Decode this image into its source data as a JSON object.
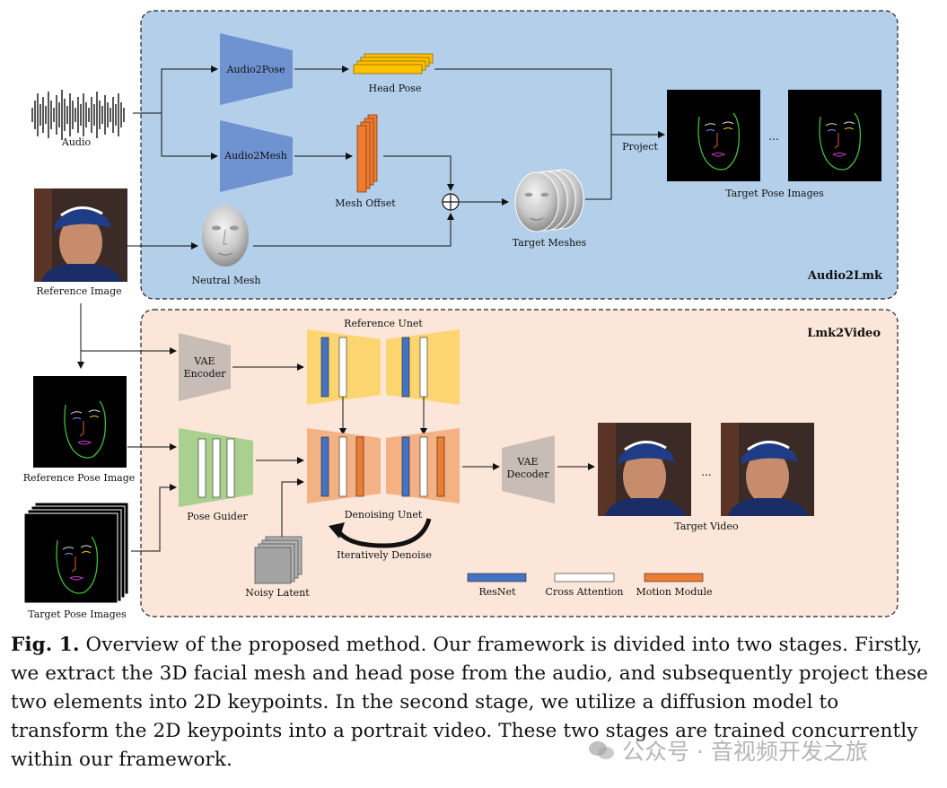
{
  "stage1": {
    "title": "Audio2Lmk",
    "audio": "Audio",
    "reference_image": "Reference Image",
    "audio2pose": "Audio2Pose",
    "audio2mesh": "Audio2Mesh",
    "head_pose": "Head Pose",
    "mesh_offset": "Mesh Offset",
    "neutral_mesh": "Neutral Mesh",
    "target_meshes": "Target Meshes",
    "project": "Project",
    "target_pose_images": "Target Pose Images",
    "ellipsis": "..."
  },
  "stage2": {
    "title": "Lmk2Video",
    "vae_encoder_line1": "VAE",
    "vae_encoder_line2": "Encoder",
    "reference_unet": "Reference Unet",
    "reference_pose_image": "Reference Pose Image",
    "target_pose_images": "Target Pose Images",
    "pose_guider": "Pose Guider",
    "denoising_unet": "Denoising Unet",
    "iteratively_denoise": "Iteratively Denoise",
    "noisy_latent": "Noisy Latent",
    "vae_decoder_line1": "VAE",
    "vae_decoder_line2": "Decoder",
    "target_video": "Target Video",
    "ellipsis": "..."
  },
  "legend": [
    {
      "label": "ResNet",
      "color": "#4472c4"
    },
    {
      "label": "Cross Attention",
      "color": "#ffffff"
    },
    {
      "label": "Motion Module",
      "color": "#ed7d31"
    }
  ],
  "caption": {
    "label": "Fig. 1.",
    "text": "Overview of the proposed method. Our framework is divided into two stages. Firstly, we extract the 3D facial mesh and head pose from the audio, and subsequently project these two elements into 2D keypoints. In the second stage, we utilize a diffusion model to transform the 2D keypoints into a portrait video. These two stages are trained concurrently within our framework."
  },
  "watermark": "公众号 · 音视频开发之旅",
  "colors": {
    "stage1_bg": "#b4cfe9",
    "stage2_bg": "#fbe6d9",
    "encoder_blue": "#6f93d0",
    "unet_yellow": "#fcd571",
    "unet_orange": "#f4b183",
    "pose_guider_green": "#a9d08e",
    "vae_gray": "#c7bcb6",
    "head_pose_yellow": "#ffc000",
    "mesh_offset_orange": "#ed7d31"
  }
}
